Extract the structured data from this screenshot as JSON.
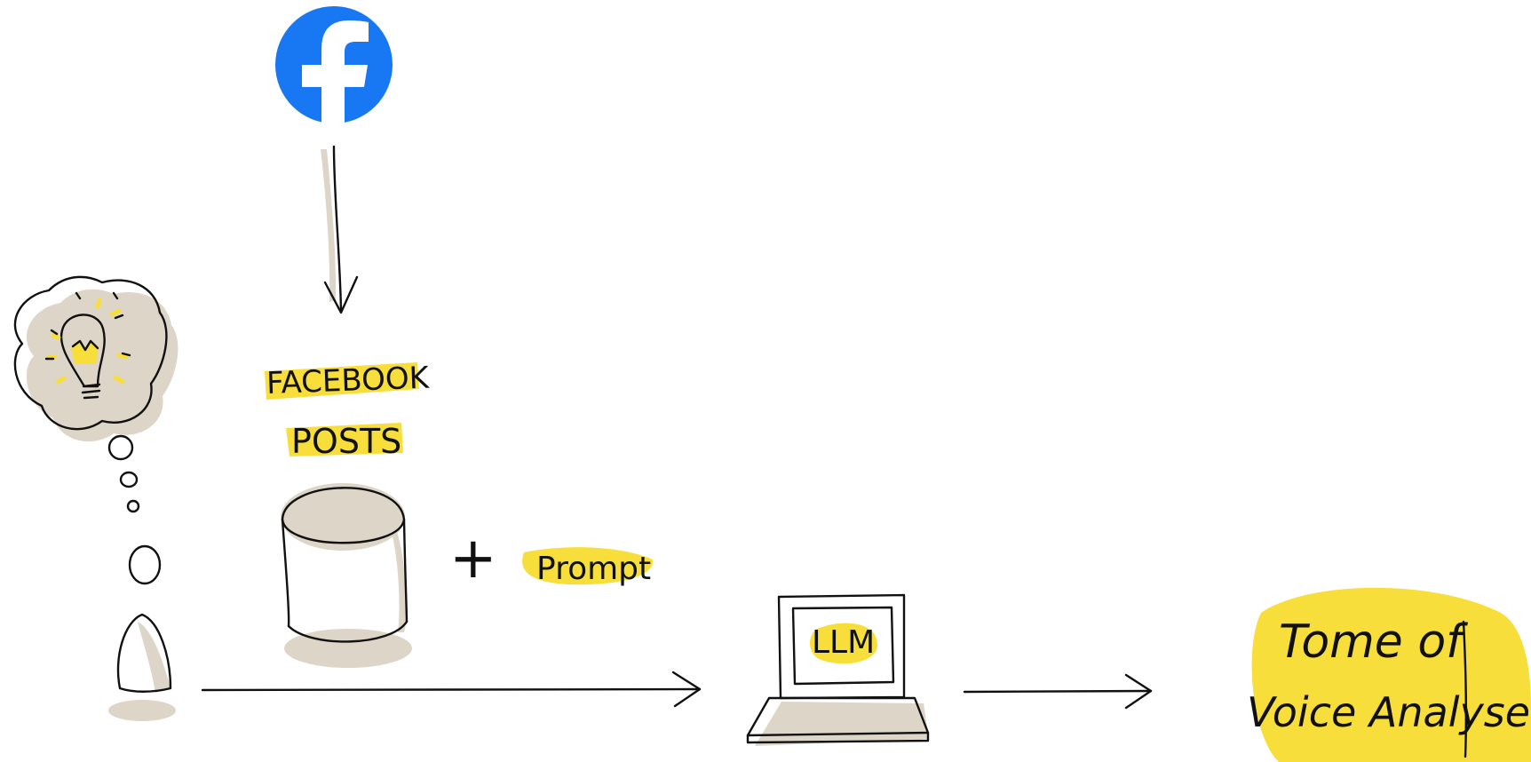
{
  "colors": {
    "ink": "#111111",
    "highlight": "#f7de3b",
    "shadow": "#ddd6c8",
    "facebook_blue": "#1877f2"
  },
  "labels": {
    "facebook_posts_line1": "FACEBOOK",
    "facebook_posts_line2": "POSTS",
    "plus": "+",
    "prompt": "Prompt",
    "llm": "LLM",
    "tone_line1": "Tome of",
    "tone_line2": "Voice Analyse"
  },
  "icons": {
    "facebook_logo": "facebook-logo-icon",
    "idea": "lightbulb-icon",
    "person": "person-icon",
    "database": "database-icon",
    "laptop": "laptop-icon"
  }
}
